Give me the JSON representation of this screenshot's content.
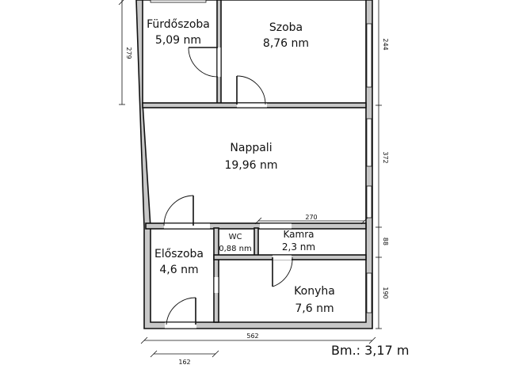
{
  "rooms": {
    "furdoszoba": {
      "name": "Fürdőszoba",
      "area": "5,09 nm"
    },
    "szoba": {
      "name": "Szoba",
      "area": "8,76 nm"
    },
    "nappali": {
      "name": "Nappali",
      "area": "19,96 nm"
    },
    "wc": {
      "name": "WC",
      "area": "0,88 nm"
    },
    "kamra": {
      "name": "Kamra",
      "area": "2,3 nm"
    },
    "eloszoba": {
      "name": "Előszoba",
      "area": "4,6 nm"
    },
    "konyha": {
      "name": "Konyha",
      "area": "7,6 nm"
    }
  },
  "dimensions": {
    "left_279": "279",
    "right_244": "244",
    "right_372": "372",
    "right_88": "88",
    "right_190": "190",
    "inner_270": "270",
    "bottom_562": "562",
    "bottom_162": "162"
  },
  "total_area": "Bm.: 3,17 m",
  "colors": {
    "wall_fill": "#c8c8c8",
    "line": "#111111"
  }
}
